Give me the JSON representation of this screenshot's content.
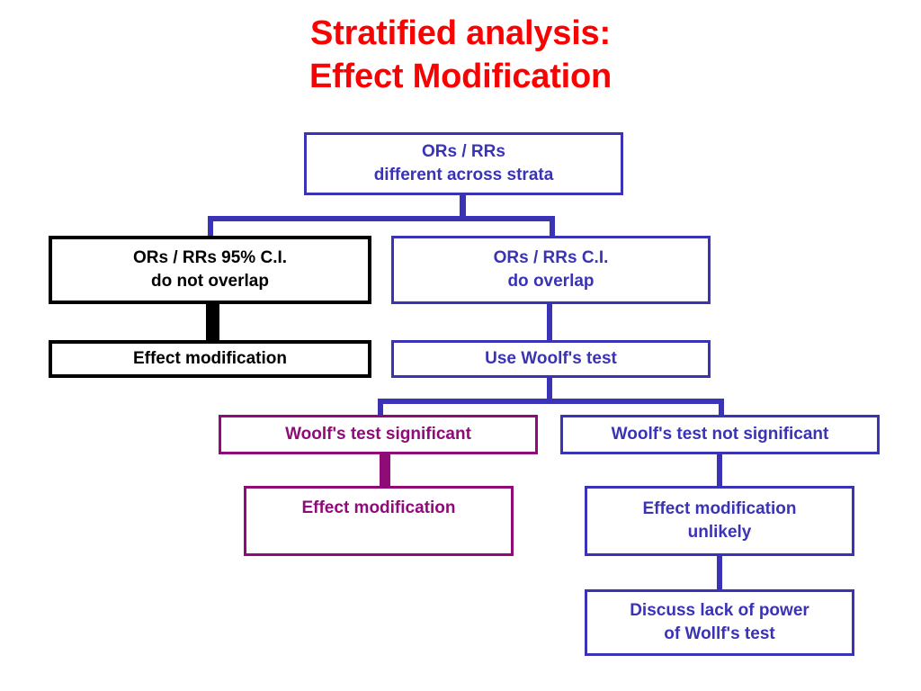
{
  "title": {
    "line1": "Stratified analysis:",
    "line2": "Effect Modification",
    "color": "#f90202"
  },
  "colors": {
    "blue": "#3a33b5",
    "black": "#000000",
    "purple": "#8e0b78",
    "title_red": "#f90202",
    "background": "#ffffff"
  },
  "flowchart": {
    "nodes": {
      "root": {
        "line1": "ORs / RRs",
        "line2": "different across strata",
        "color": "#3a33b5"
      },
      "no_overlap": {
        "line1": "ORs / RRs 95% C.I.",
        "line2": "do not overlap",
        "color": "#000000"
      },
      "do_overlap": {
        "line1": "ORs / RRs C.I.",
        "line2": "do  overlap",
        "color": "#3a33b5"
      },
      "effect_mod_left": {
        "line1": "Effect modification",
        "color": "#000000"
      },
      "use_woolfs_test": {
        "line1": "Use Woolf's test",
        "color": "#3a33b5"
      },
      "woolfs_significant": {
        "line1": "Woolf's test significant",
        "color": "#8e0b78"
      },
      "woolfs_not_significant": {
        "line1": "Woolf's test not significant",
        "color": "#3a33b5"
      },
      "effect_mod_purple": {
        "line1": "Effect modification",
        "color": "#8e0b78"
      },
      "effect_mod_unlikely": {
        "line1": "Effect modification",
        "line2": "unlikely",
        "color": "#3a33b5"
      },
      "discuss_lack_of_power": {
        "line1": "Discuss lack of power",
        "line2": "of Wollf's test",
        "color": "#3a33b5"
      }
    }
  }
}
